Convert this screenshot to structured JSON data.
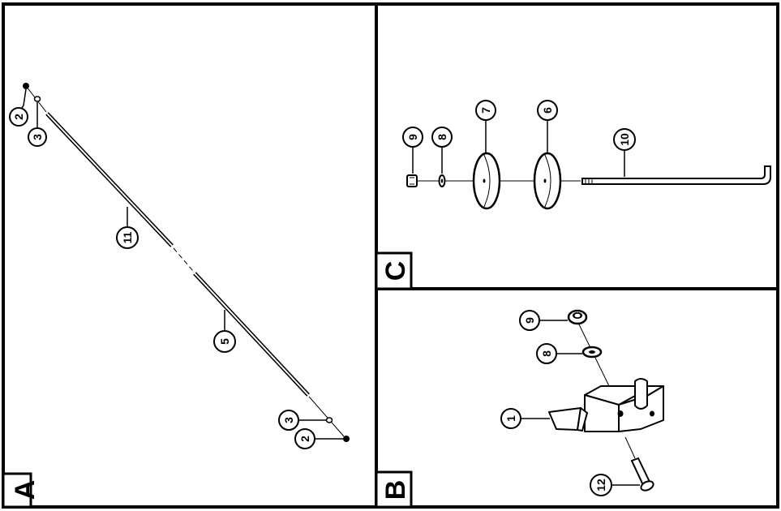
{
  "panels": {
    "a": {
      "letter": "A",
      "callouts": [
        "2",
        "3",
        "11",
        "5",
        "3",
        "2"
      ]
    },
    "b": {
      "letter": "B",
      "callouts": [
        "9",
        "8",
        "1",
        "12"
      ]
    },
    "c": {
      "letter": "C",
      "callouts": [
        "9",
        "8",
        "7",
        "6",
        "10"
      ]
    }
  },
  "colors": {
    "ink": "#000000",
    "paper": "#ffffff",
    "part_fill": "#f2f2f2"
  }
}
